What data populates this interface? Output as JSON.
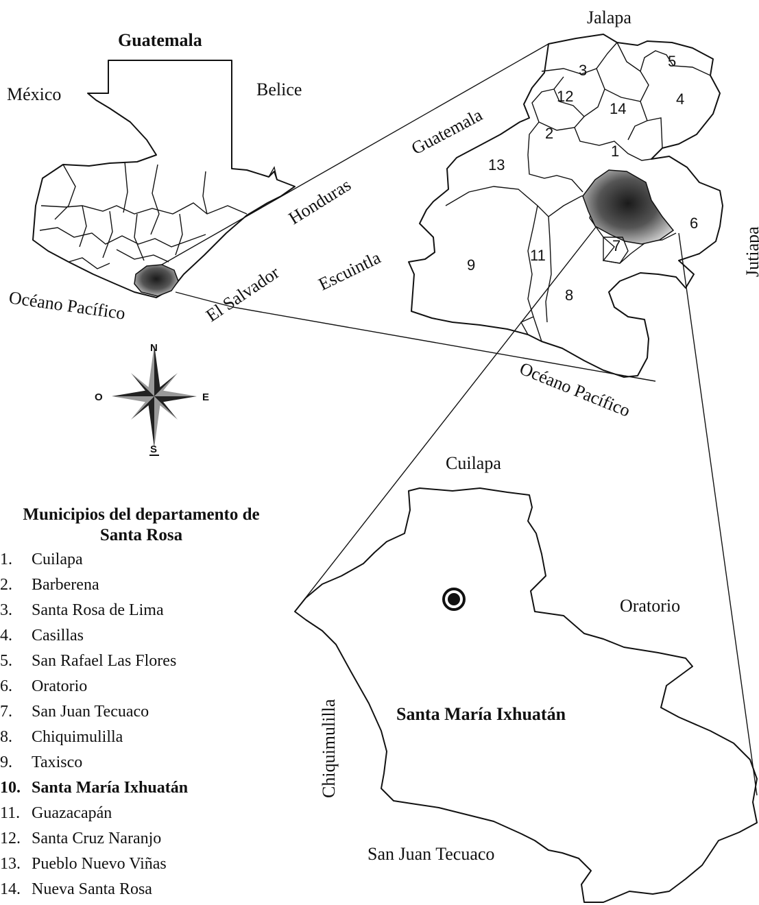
{
  "labels": {
    "guatemala_title": "Guatemala",
    "mexico": "México",
    "belice": "Belice",
    "honduras": "Honduras",
    "el_salvador": "El Salvador",
    "oceano_left": "Océano Pacífico",
    "jalapa": "Jalapa",
    "guatemala_dept": "Guatemala",
    "escuintla": "Escuintla",
    "jutiapa": "Jutiapa",
    "oceano_right": "Océano Pacífico",
    "cuilapa": "Cuilapa",
    "oratorio": "Oratorio",
    "chiquimulilla": "Chiquimulilla",
    "san_juan_tecuaco": "San Juan Tecuaco",
    "santa_maria": "Santa María Ixhuatán"
  },
  "compass": {
    "n": "N",
    "s": "S",
    "e": "E",
    "o": "O"
  },
  "region_numbers": [
    "1",
    "2",
    "3",
    "4",
    "5",
    "6",
    "7",
    "8",
    "9",
    "11",
    "12",
    "13",
    "14"
  ],
  "legend": {
    "title": "Municipios del departamento de Santa Rosa",
    "items": [
      {
        "num": "1.",
        "name": "Cuilapa",
        "highlight": false
      },
      {
        "num": "2.",
        "name": "Barberena",
        "highlight": false
      },
      {
        "num": "3.",
        "name": "Santa Rosa de Lima",
        "highlight": false
      },
      {
        "num": "4.",
        "name": "Casillas",
        "highlight": false
      },
      {
        "num": "5.",
        "name": "San Rafael Las Flores",
        "highlight": false
      },
      {
        "num": "6.",
        "name": "Oratorio",
        "highlight": false
      },
      {
        "num": "7.",
        "name": "San Juan Tecuaco",
        "highlight": false
      },
      {
        "num": "8.",
        "name": "Chiquimulilla",
        "highlight": false
      },
      {
        "num": "9.",
        "name": "Taxisco",
        "highlight": false
      },
      {
        "num": "10.",
        "name": "Santa María Ixhuatán",
        "highlight": true
      },
      {
        "num": "11.",
        "name": "Guazacapán",
        "highlight": false
      },
      {
        "num": "12.",
        "name": "Santa Cruz Naranjo",
        "highlight": false
      },
      {
        "num": "13.",
        "name": "Pueblo Nuevo Viñas",
        "highlight": false
      },
      {
        "num": "14.",
        "name": "Nueva Santa Rosa",
        "highlight": false
      }
    ]
  }
}
